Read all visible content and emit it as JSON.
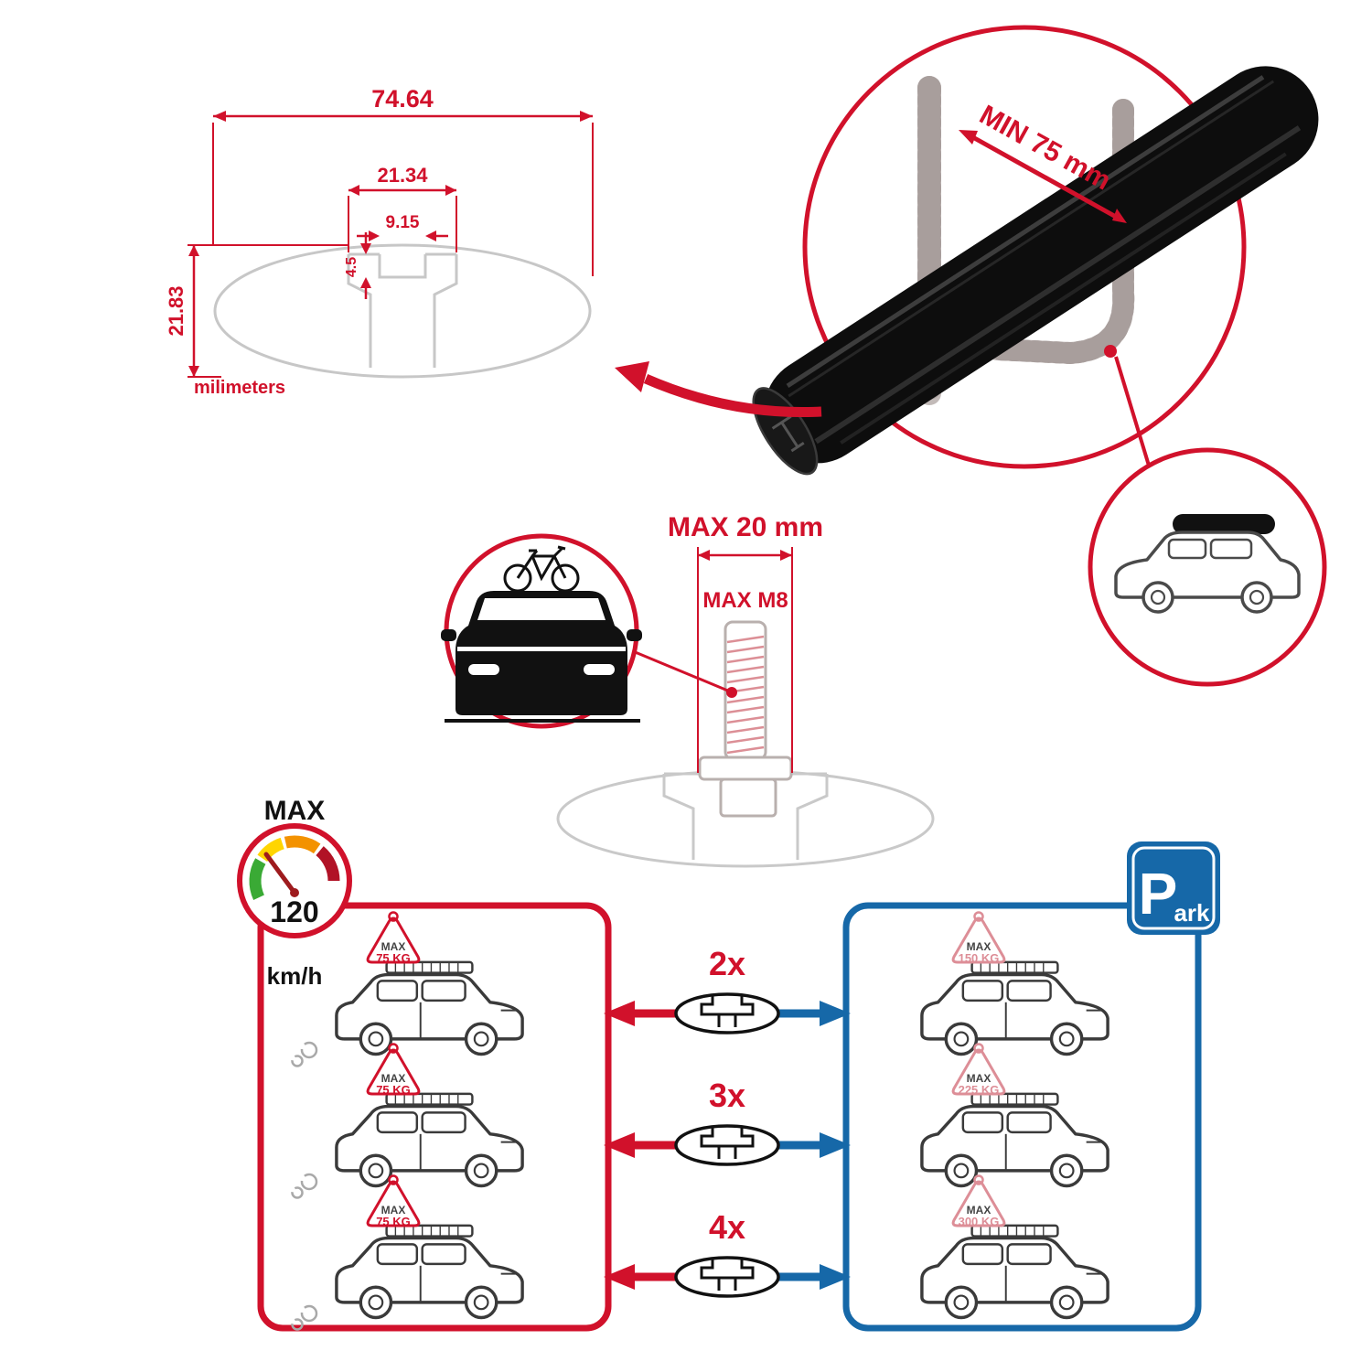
{
  "colors": {
    "accent_red": "#d1112b",
    "accent_blue": "#1668a8",
    "drawing_gray": "#c7c7c7",
    "bar_black": "#0d0d0d",
    "faded_pink": "#dd8e97",
    "gauge_green": "#3aaa35",
    "gauge_yellow": "#ffd500",
    "gauge_orange": "#f39200",
    "gauge_red": "#b11226"
  },
  "dimension_drawing": {
    "total_width": "74.64",
    "upper_width": "21.34",
    "slot_width": "9.15",
    "slot_depth": "4.5",
    "total_height": "21.83",
    "units_label": "milimeters"
  },
  "crossbar_detail": {
    "min_clearance_label": "MIN 75 mm"
  },
  "bolt_detail": {
    "max_width_label": "MAX 20 mm",
    "max_thread_label": "MAX M8"
  },
  "speed_limit": {
    "heading": "MAX",
    "value": "120",
    "unit": "km/h"
  },
  "park_sign": {
    "letter": "P",
    "suffix": "ark"
  },
  "bar_options": [
    {
      "count": "2x"
    },
    {
      "count": "3x"
    },
    {
      "count": "4x"
    }
  ],
  "driving_panel": {
    "cars": [
      {
        "label": "MAX",
        "load": "75 KG"
      },
      {
        "label": "MAX",
        "load": "75 KG"
      },
      {
        "label": "MAX",
        "load": "75 KG"
      }
    ]
  },
  "parked_panel": {
    "cars": [
      {
        "label": "MAX",
        "load": "150 KG"
      },
      {
        "label": "MAX",
        "load": "225 KG"
      },
      {
        "label": "MAX",
        "load": "300 KG"
      }
    ]
  }
}
